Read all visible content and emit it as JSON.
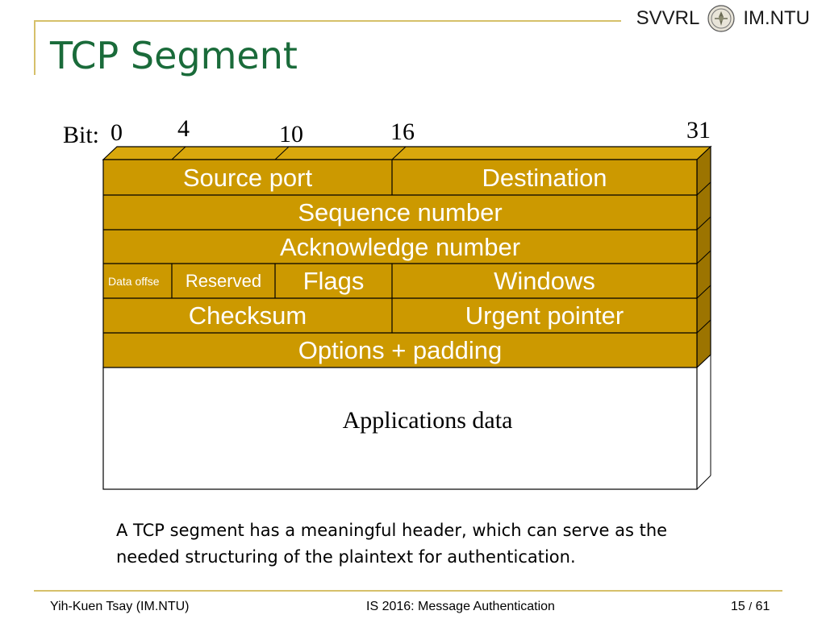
{
  "header": {
    "lab": "SVVRL",
    "school": "IM.NTU",
    "seal_icon": "ntu-seal-icon"
  },
  "title": "TCP Segment",
  "diagram": {
    "bit_label": "Bit:",
    "bit_positions": [
      "0",
      "4",
      "10",
      "16",
      "31"
    ],
    "rows": [
      {
        "fields": [
          "Source port",
          "Destination"
        ]
      },
      {
        "fields": [
          "Sequence number"
        ]
      },
      {
        "fields": [
          "Acknowledge number"
        ]
      },
      {
        "fields": [
          "Data offse",
          "Reserved",
          "Flags",
          "Windows"
        ]
      },
      {
        "fields": [
          "Checksum",
          "Urgent pointer"
        ]
      },
      {
        "fields": [
          "Options + padding"
        ]
      }
    ],
    "data_area": "Applications data",
    "colors": {
      "field_fill": "#cc9900",
      "field_side": "#9c7400",
      "field_top": "#d9a80c",
      "outline": "#000000"
    }
  },
  "caption": "A TCP segment has a meaningful header, which can serve as the needed structuring of the plaintext for authentication.",
  "footer": {
    "author": "Yih-Kuen Tsay (IM.NTU)",
    "course": "IS 2016: Message Authentication",
    "page_current": "15",
    "page_separator": "/",
    "page_total": "61"
  }
}
